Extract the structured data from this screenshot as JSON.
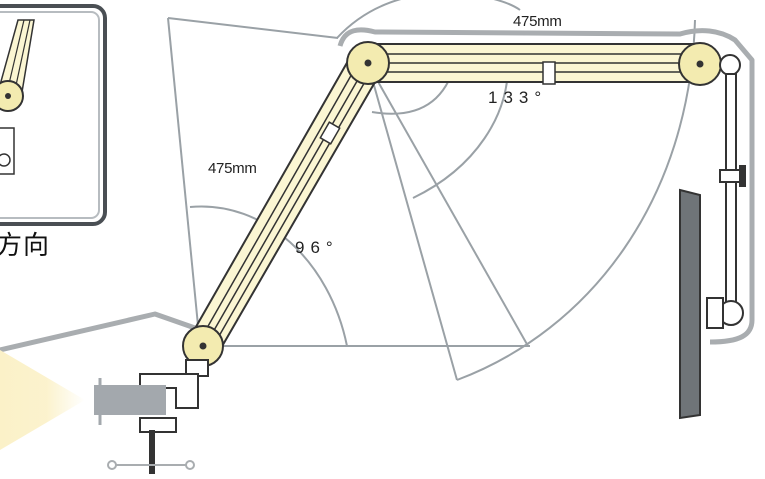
{
  "labels": {
    "upper_arm_length": "475mm",
    "upper_joint_angle": "133°",
    "lower_arm_length": "475mm",
    "lower_joint_angle": "96°",
    "direction": "方向"
  },
  "colors": {
    "arm_fill": "#fbf6d3",
    "joint_fill": "#f3ebb0",
    "outline": "#333333",
    "guide_line": "#9aa1a6",
    "cable": "#a9adb0",
    "monitor": "#6f7478",
    "clamp_bar": "#a3a8ad",
    "beam": "#fbf1c8",
    "inset_border": "#4a4f54"
  }
}
